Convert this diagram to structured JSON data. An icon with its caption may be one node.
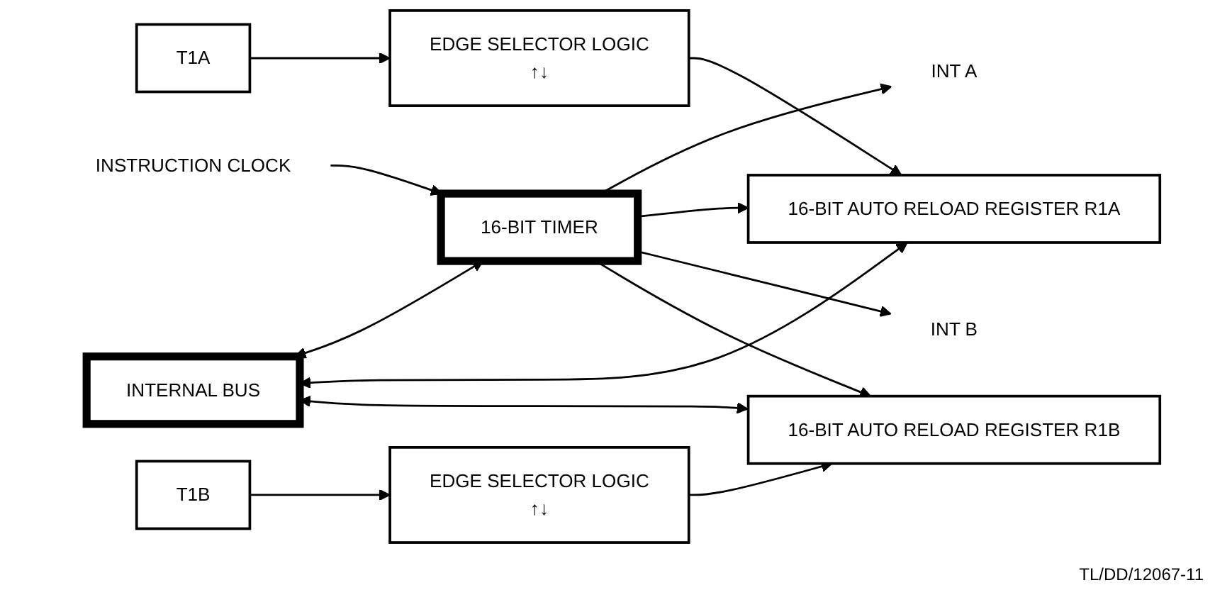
{
  "diagram": {
    "nodes": [
      {
        "text": [
          "INTERNAL BUS"
        ]
      },
      {
        "text": [
          "16-BIT TIMER"
        ]
      },
      {
        "text": [
          "INSTRUCTION CLOCK"
        ]
      },
      {
        "text": [
          "INT A"
        ]
      },
      {
        "text": [
          "T1A"
        ]
      },
      {
        "text": [
          "EDGE SELECTOR LOGIC",
          "↑↓"
        ]
      },
      {
        "text": [
          "16-BIT AUTO RELOAD REGISTER R1A"
        ]
      },
      {
        "text": [
          "INT B"
        ]
      },
      {
        "text": [
          "T1B"
        ]
      },
      {
        "text": [
          "EDGE SELECTOR LOGIC",
          "↑↓"
        ]
      },
      {
        "text": [
          "16-BIT AUTO RELOAD REGISTER R1B"
        ]
      }
    ],
    "edges": [
      {
        "from": 0,
        "to": 1,
        "arrow": "both"
      },
      {
        "from": 2,
        "to": 1,
        "arrow": "to"
      },
      {
        "from": 1,
        "to": 3,
        "arrow": "to"
      },
      {
        "from": 1,
        "to": 6,
        "arrow": "to"
      },
      {
        "from": 1,
        "to": 7,
        "arrow": "to"
      },
      {
        "from": 1,
        "to": 10,
        "arrow": "to"
      },
      {
        "from": 4,
        "to": 5,
        "arrow": "to"
      },
      {
        "from": 5,
        "to": 6,
        "arrow": "to"
      },
      {
        "from": 6,
        "to": 0,
        "arrow": "both"
      },
      {
        "from": 8,
        "to": 9,
        "arrow": "to"
      },
      {
        "from": 9,
        "to": 10,
        "arrow": "to"
      },
      {
        "from": 10,
        "to": 0,
        "arrow": "both"
      }
    ],
    "labels": [
      "TL/DD/12067-11"
    ]
  }
}
